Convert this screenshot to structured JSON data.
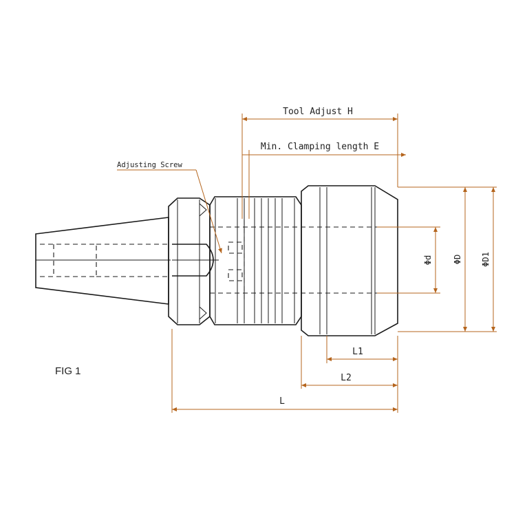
{
  "labels": {
    "tool_adjust": "Tool Adjust H",
    "min_clamping": "Min. Clamping length E",
    "adjusting_screw": "Adjusting Screw",
    "phi_d": "ΦD",
    "phi_small_d": "Φd",
    "phi_d1": "ΦD1",
    "l1": "L1",
    "l2": "L2",
    "l": "L",
    "fig": "FIG 1"
  },
  "colors": {
    "outline": "#1a1a1a",
    "dimension": "#b5651d"
  }
}
